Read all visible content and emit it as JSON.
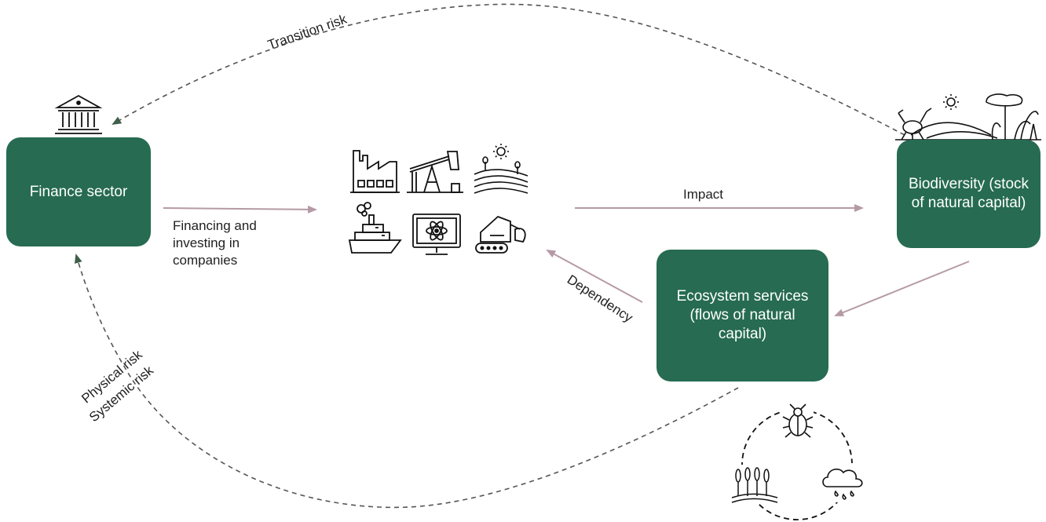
{
  "nodes": {
    "finance": "Finance sector",
    "biodiversity": "Biodiversity (stock of natural capital)",
    "ecosystem": "Ecosystem services (flows of natural capital)"
  },
  "edges": {
    "financing": "Financing and investing in companies",
    "impact": "Impact",
    "dependency": "Dependency",
    "transition_risk": "Transition risk",
    "physical_risk": "Physical risk",
    "systemic_risk": "Systemic risk"
  },
  "icons": {
    "finance": "bank-building-icon",
    "industries": [
      "factory-icon",
      "oil-pump-icon",
      "farmland-icon",
      "ship-icon",
      "technology-icon",
      "excavator-icon"
    ],
    "biodiversity": "nature-landscape-icon",
    "ecosystem_cycle": [
      "beetle-icon",
      "wheat-icon",
      "rain-cloud-icon"
    ]
  },
  "colors": {
    "box": "#266b52",
    "flow_arrow": "#b59aa6",
    "risk_arrow": "#555555",
    "arrowhead_risk": "#3e5f48"
  }
}
